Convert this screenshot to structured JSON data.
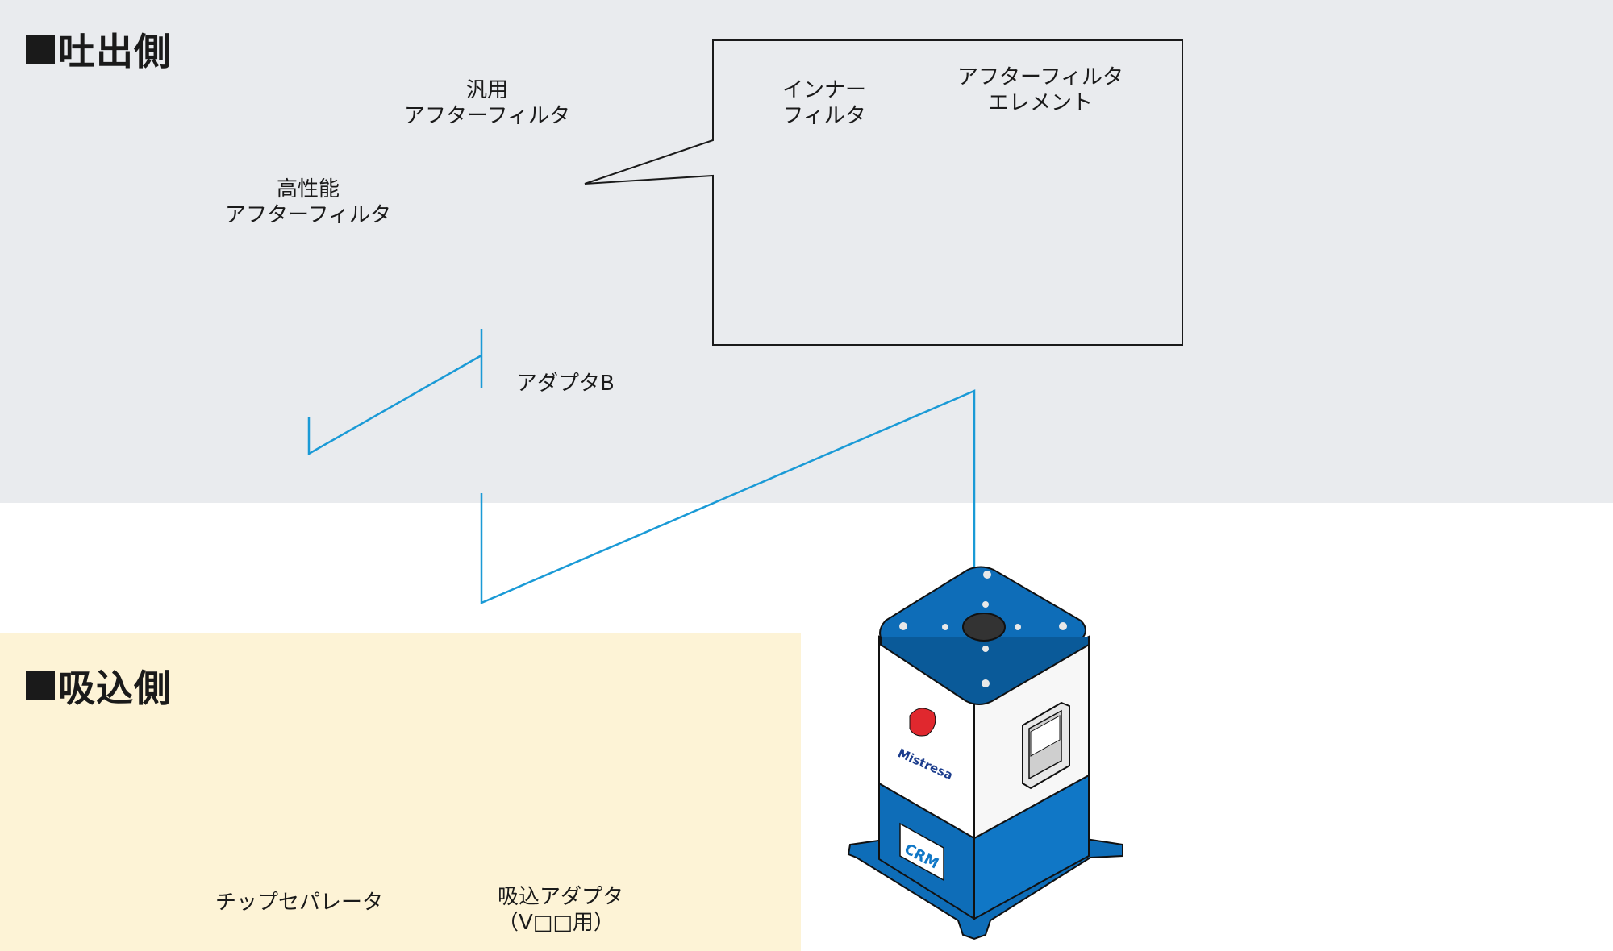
{
  "discharge": {
    "heading": "吐出側",
    "labels": {
      "general_filter": [
        "汎用",
        "アフターフィルタ"
      ],
      "high_performance_filter": [
        "高性能",
        "アフターフィルタ"
      ],
      "inner_filter": [
        "インナー",
        "フィルタ"
      ],
      "filter_element": [
        "アフターフィルタ",
        "エレメント"
      ],
      "adapter_b": "アダプタB"
    }
  },
  "suction": {
    "heading": "吸込側",
    "labels": {
      "chip_separator": "チップセパレータ",
      "suction_adapter": [
        "吸込アダプタ",
        "（V□□用）"
      ]
    }
  },
  "product": {
    "brand_logo_text": "Mistresa",
    "model_badge_text": "CRM"
  },
  "colors": {
    "discharge_bg": "#e9ebee",
    "suction_bg": "#fdf3d6",
    "connector_line": "#1a9ad6",
    "device_blue": "#0e6db8"
  }
}
